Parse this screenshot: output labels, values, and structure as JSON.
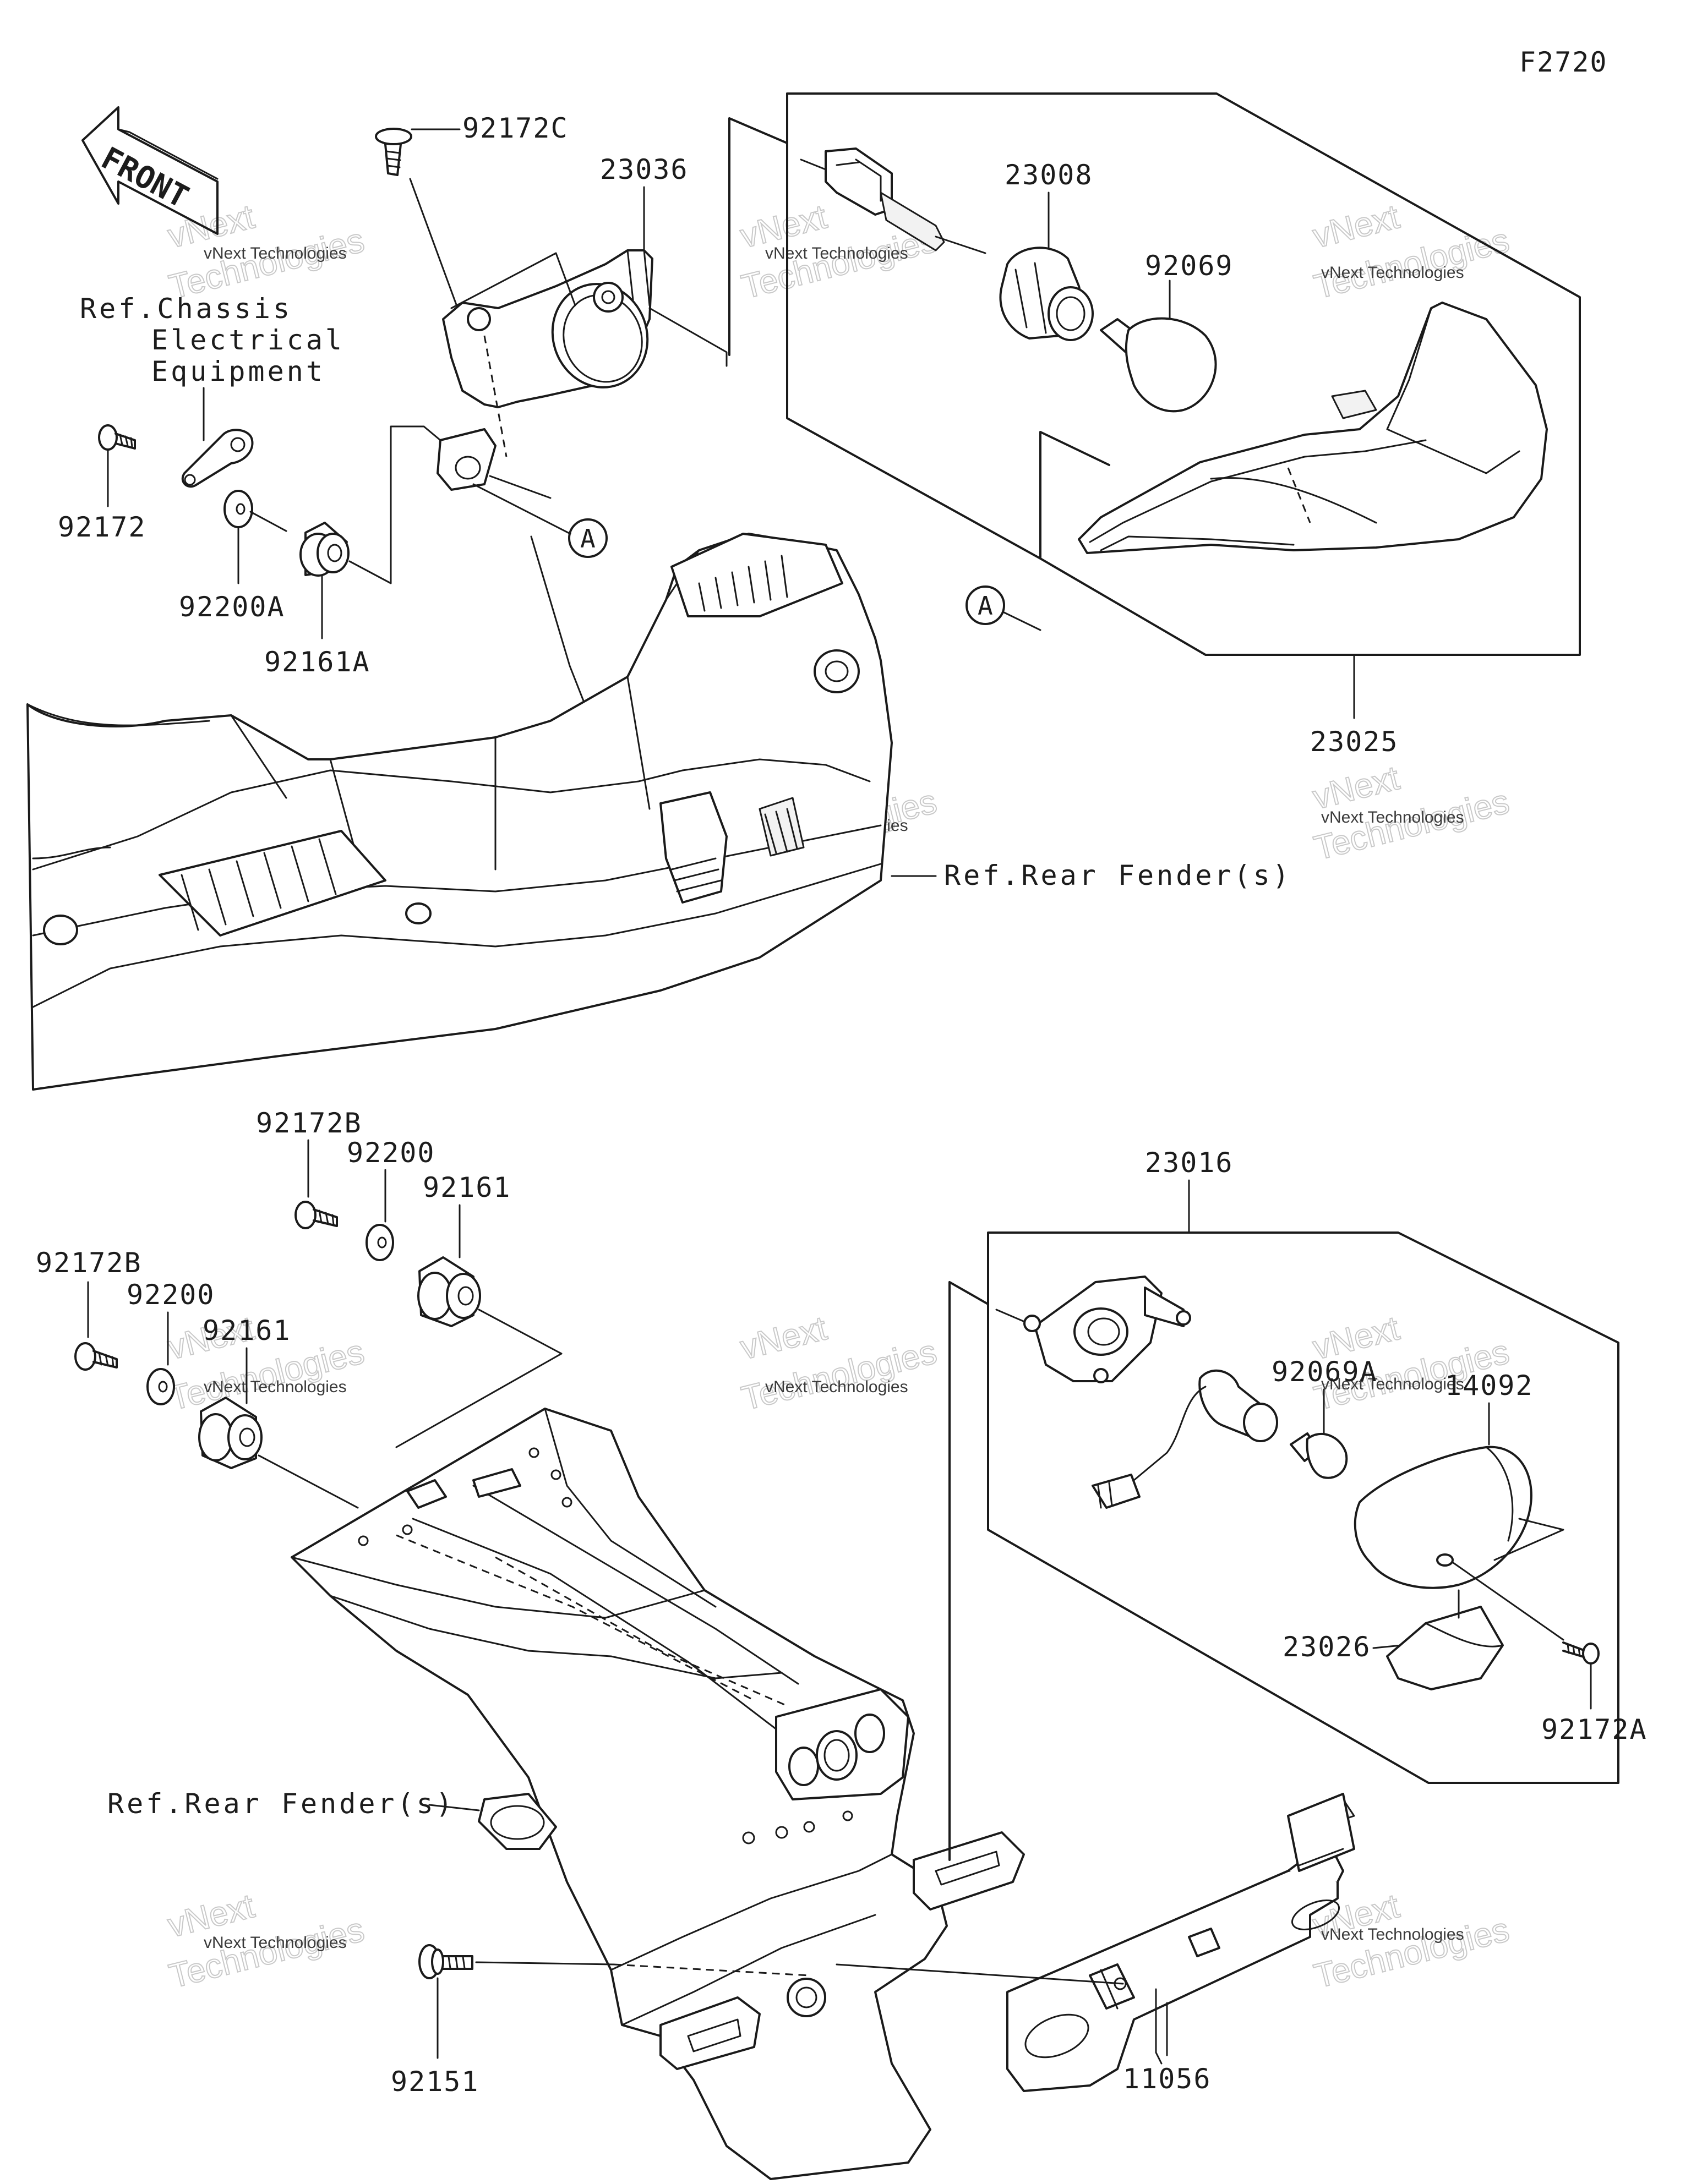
{
  "diagram_code": "F2720",
  "front_label": "FRONT",
  "callout_letter": "A",
  "references": {
    "chassis_line1": "Ref.Chassis",
    "chassis_line2": "Electrical",
    "chassis_line3": "Equipment",
    "rear_fender_top": "Ref.Rear Fender(s)",
    "rear_fender_bottom": "Ref.Rear Fender(s)"
  },
  "parts": {
    "p92172C": "92172C",
    "p23036": "23036",
    "p23008": "23008",
    "p92069": "92069",
    "p23025": "23025",
    "p92172": "92172",
    "p92200A": "92200A",
    "p92161A": "92161A",
    "p92172B_a": "92172B",
    "p92200_a": "92200",
    "p92161_a": "92161",
    "p92172B_b": "92172B",
    "p92200_b": "92200",
    "p92161_b": "92161",
    "p23016": "23016",
    "p92069A": "92069A",
    "p14092": "14092",
    "p23026": "23026",
    "p92172A": "92172A",
    "p92151": "92151",
    "p11056": "11056"
  },
  "watermark": {
    "line1": "vNext Technologies",
    "line2": "Technologies",
    "line3": "vNext"
  }
}
